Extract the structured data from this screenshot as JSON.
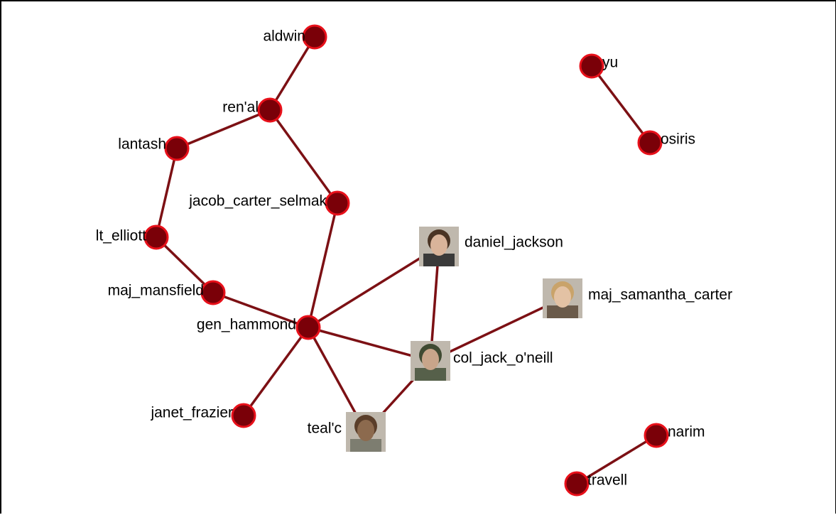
{
  "colors": {
    "node_fill": "#7a0008",
    "node_stroke": "#e8101a",
    "edge": "#7c1014",
    "background": "#ffffff"
  },
  "nodes": [
    {
      "id": "aldwin",
      "label": "aldwin",
      "kind": "dot"
    },
    {
      "id": "ren_al",
      "label": "ren'al",
      "kind": "dot"
    },
    {
      "id": "lantash",
      "label": "lantash",
      "kind": "dot"
    },
    {
      "id": "jacob_carter_selmak",
      "label": "jacob_carter_selmak",
      "kind": "dot"
    },
    {
      "id": "lt_elliott",
      "label": "lt_elliott",
      "kind": "dot"
    },
    {
      "id": "maj_mansfield",
      "label": "maj_mansfield",
      "kind": "dot"
    },
    {
      "id": "gen_hammond",
      "label": "gen_hammond",
      "kind": "dot"
    },
    {
      "id": "janet_frazier",
      "label": "janet_frazier",
      "kind": "dot"
    },
    {
      "id": "teal_c",
      "label": "teal'c",
      "kind": "photo",
      "icon": "person-photo-icon"
    },
    {
      "id": "col_jack_oneill",
      "label": "col_jack_o'neill",
      "kind": "photo",
      "icon": "person-photo-icon"
    },
    {
      "id": "daniel_jackson",
      "label": "daniel_jackson",
      "kind": "photo",
      "icon": "person-photo-icon"
    },
    {
      "id": "maj_samantha_carter",
      "label": "maj_samantha_carter",
      "kind": "photo",
      "icon": "person-photo-icon"
    },
    {
      "id": "yu",
      "label": "yu",
      "kind": "dot"
    },
    {
      "id": "osiris",
      "label": "osiris",
      "kind": "dot"
    },
    {
      "id": "narim",
      "label": "narim",
      "kind": "dot"
    },
    {
      "id": "travell",
      "label": "travell",
      "kind": "dot"
    }
  ],
  "edges": [
    [
      "aldwin",
      "ren_al"
    ],
    [
      "ren_al",
      "lantash"
    ],
    [
      "ren_al",
      "jacob_carter_selmak"
    ],
    [
      "lantash",
      "lt_elliott"
    ],
    [
      "lt_elliott",
      "maj_mansfield"
    ],
    [
      "maj_mansfield",
      "gen_hammond"
    ],
    [
      "jacob_carter_selmak",
      "gen_hammond"
    ],
    [
      "gen_hammond",
      "daniel_jackson"
    ],
    [
      "gen_hammond",
      "col_jack_oneill"
    ],
    [
      "gen_hammond",
      "teal_c"
    ],
    [
      "gen_hammond",
      "janet_frazier"
    ],
    [
      "daniel_jackson",
      "col_jack_oneill"
    ],
    [
      "col_jack_oneill",
      "maj_samantha_carter"
    ],
    [
      "col_jack_oneill",
      "teal_c"
    ],
    [
      "yu",
      "osiris"
    ],
    [
      "narim",
      "travell"
    ]
  ]
}
